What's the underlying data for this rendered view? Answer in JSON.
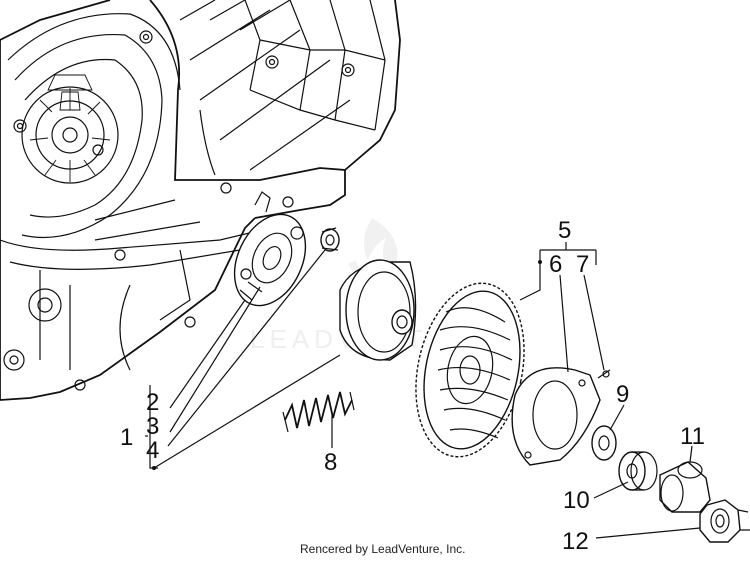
{
  "diagram": {
    "callouts": {
      "c1": "1",
      "c2": "2",
      "c3": "3",
      "c4": "4",
      "c5": "5",
      "c6": "6",
      "c7": "7",
      "c8": "8",
      "c9": "9",
      "c10": "10",
      "c11": "11",
      "c12": "12"
    },
    "watermark": "LEADVENTURE",
    "footer": "Rencered by LeadVenture, Inc."
  }
}
